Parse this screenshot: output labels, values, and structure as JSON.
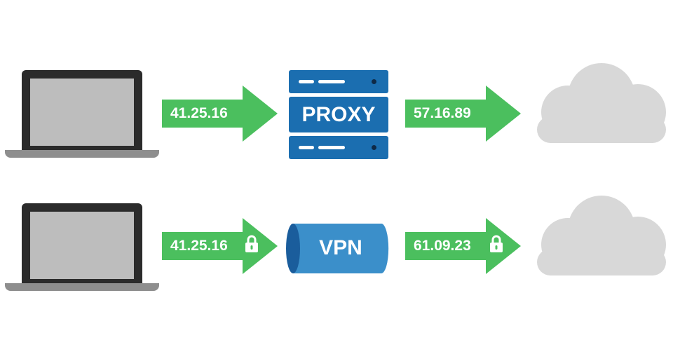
{
  "colors": {
    "arrow": "#4bbf5e",
    "server": "#1b6eb0",
    "tunnel_body": "#3b8fca",
    "tunnel_front": "#1a5d9c",
    "cloud": "#d8d8d8",
    "laptop_frame": "#2b2b2b",
    "laptop_screen": "#bdbdbd",
    "laptop_base": "#8e8e8e"
  },
  "proxy_row": {
    "client_ip": "41.25.16",
    "server_label": "PROXY",
    "exit_ip": "57.16.89"
  },
  "vpn_row": {
    "client_ip": "41.25.16",
    "tunnel_label": "VPN",
    "exit_ip": "61.09.23"
  },
  "icons": {
    "laptop": "laptop-icon",
    "arrow": "arrow-right",
    "lock": "padlock-icon",
    "server": "server-rack-icon",
    "tunnel": "tunnel-cylinder",
    "cloud": "cloud-icon"
  }
}
